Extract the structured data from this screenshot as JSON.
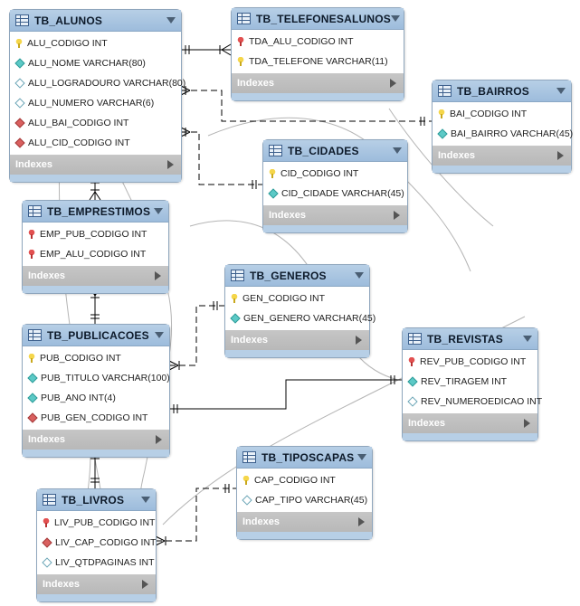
{
  "indexes_label": "Indexes",
  "colors": {
    "header": "#a9c6e3",
    "border": "#8fa6bd",
    "indexes_bar": "#bebebe",
    "relation_line": "#000000",
    "pk_key": "#f5d64a",
    "fk_key": "#e25050",
    "attr_diamond": "#5cc9c6",
    "fk_diamond": "#d9605f"
  },
  "entities": [
    {
      "id": "alunos",
      "title": "TB_ALUNOS",
      "columns": [
        {
          "text": "ALU_CODIGO INT",
          "icon": "pk-key-icon"
        },
        {
          "text": "ALU_NOME VARCHAR(80)",
          "icon": "attribute-diamond-icon"
        },
        {
          "text": "ALU_LOGRADOURO VARCHAR(80)",
          "icon": "optional-diamond-icon"
        },
        {
          "text": "ALU_NUMERO VARCHAR(6)",
          "icon": "optional-diamond-icon"
        },
        {
          "text": "ALU_BAI_CODIGO INT",
          "icon": "fk-diamond-icon"
        },
        {
          "text": "ALU_CID_CODIGO INT",
          "icon": "fk-diamond-icon"
        }
      ]
    },
    {
      "id": "telefonesalunos",
      "title": "TB_TELEFONESALUNOS",
      "columns": [
        {
          "text": "TDA_ALU_CODIGO INT",
          "icon": "pk-fk-key-icon"
        },
        {
          "text": "TDA_TELEFONE VARCHAR(11)",
          "icon": "pk-key-icon"
        }
      ]
    },
    {
      "id": "bairros",
      "title": "TB_BAIRROS",
      "columns": [
        {
          "text": "BAI_CODIGO INT",
          "icon": "pk-key-icon"
        },
        {
          "text": "BAI_BAIRRO VARCHAR(45)",
          "icon": "attribute-diamond-icon"
        }
      ]
    },
    {
      "id": "cidades",
      "title": "TB_CIDADES",
      "columns": [
        {
          "text": "CID_CODIGO INT",
          "icon": "pk-key-icon"
        },
        {
          "text": "CID_CIDADE VARCHAR(45)",
          "icon": "attribute-diamond-icon"
        }
      ]
    },
    {
      "id": "emprestimos",
      "title": "TB_EMPRESTIMOS",
      "columns": [
        {
          "text": "EMP_PUB_CODIGO INT",
          "icon": "pk-fk-key-icon"
        },
        {
          "text": "EMP_ALU_CODIGO INT",
          "icon": "pk-fk-key-icon"
        }
      ]
    },
    {
      "id": "generos",
      "title": "TB_GENEROS",
      "columns": [
        {
          "text": "GEN_CODIGO INT",
          "icon": "pk-key-icon"
        },
        {
          "text": "GEN_GENERO VARCHAR(45)",
          "icon": "attribute-diamond-icon"
        }
      ]
    },
    {
      "id": "publicacoes",
      "title": "TB_PUBLICACOES",
      "columns": [
        {
          "text": "PUB_CODIGO INT",
          "icon": "pk-key-icon"
        },
        {
          "text": "PUB_TITULO VARCHAR(100)",
          "icon": "attribute-diamond-icon"
        },
        {
          "text": "PUB_ANO INT(4)",
          "icon": "attribute-diamond-icon"
        },
        {
          "text": "PUB_GEN_CODIGO INT",
          "icon": "fk-diamond-icon"
        }
      ]
    },
    {
      "id": "revistas",
      "title": "TB_REVISTAS",
      "columns": [
        {
          "text": "REV_PUB_CODIGO INT",
          "icon": "pk-fk-key-icon"
        },
        {
          "text": "REV_TIRAGEM INT",
          "icon": "attribute-diamond-icon"
        },
        {
          "text": "REV_NUMEROEDICAO INT",
          "icon": "optional-diamond-icon"
        }
      ]
    },
    {
      "id": "tiposcapas",
      "title": "TB_TIPOSCAPAS",
      "columns": [
        {
          "text": "CAP_CODIGO INT",
          "icon": "pk-key-icon"
        },
        {
          "text": "CAP_TIPO VARCHAR(45)",
          "icon": "optional-diamond-icon"
        }
      ]
    },
    {
      "id": "livros",
      "title": "TB_LIVROS",
      "columns": [
        {
          "text": "LIV_PUB_CODIGO INT",
          "icon": "pk-fk-key-icon"
        },
        {
          "text": "LIV_CAP_CODIGO INT",
          "icon": "fk-diamond-icon"
        },
        {
          "text": "LIV_QTDPAGINAS INT",
          "icon": "optional-diamond-icon"
        }
      ]
    }
  ]
}
